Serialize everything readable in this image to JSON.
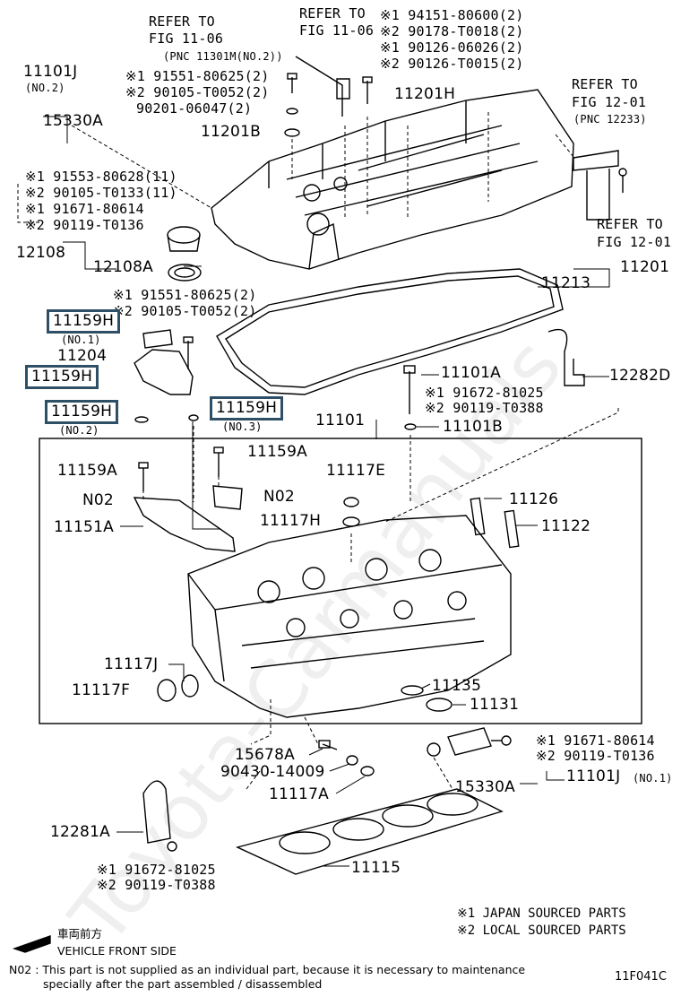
{
  "refs": {
    "fig_11_06_a_l1": "REFER TO",
    "fig_11_06_a_l2": "FIG 11-06",
    "fig_11_06_a_pnc": "(PNC 11301M(NO.2))",
    "fig_11_06_b_l1": "REFER TO",
    "fig_11_06_b_l2": "FIG 11-06",
    "fig_12_01_a_l1": "REFER TO",
    "fig_12_01_a_l2": "FIG 12-01",
    "fig_12_01_a_pnc": "(PNC 12233)",
    "fig_12_01_b_l1": "REFER TO",
    "fig_12_01_b_l2": "FIG 12-01"
  },
  "labels": {
    "p11101J_top": "11101J",
    "p11101J_top_sub": "(NO.2)",
    "p15330A_top": "15330A",
    "p11201H": "11201H",
    "p11201B": "11201B",
    "p12108": "12108",
    "p12108A": "12108A",
    "p11201": "11201",
    "p11213": "11213",
    "p11159H_1": "11159H",
    "p11159H_1_sub": "(NO.1)",
    "p11204": "11204",
    "p11159H_2": "11159H",
    "p11159H_3": "11159H",
    "p11159H_3_sub": "(NO.2)",
    "p11159H_4": "11159H",
    "p11159H_4_sub": "(NO.3)",
    "p11101A": "11101A",
    "p12282D": "12282D",
    "p11101B": "11101B",
    "p11101": "11101",
    "p11159A_a": "11159A",
    "p11159A_b": "11159A",
    "p11117E": "11117E",
    "n02_a": "N02",
    "n02_b": "N02",
    "p11126": "11126",
    "p11117H": "11117H",
    "p11151A": "11151A",
    "p11122": "11122",
    "p11117J": "11117J",
    "p11117F": "11117F",
    "p11135": "11135",
    "p11131": "11131",
    "p15678A": "15678A",
    "p90430": "90430-14009",
    "p11117A": "11117A",
    "p15330A_bot": "15330A",
    "p11101J_bot": "11101J",
    "p11101J_bot_sub": "(NO.1)",
    "p12281A": "12281A",
    "p11115": "11115"
  },
  "codes": {
    "c1": "※1 94151-80600(2)",
    "c2": "※2 90178-T0018(2)",
    "c3": "※1 90126-06026(2)",
    "c4": "※2 90126-T0015(2)",
    "c5": "※1 91551-80625(2)",
    "c6": "※2 90105-T0052(2)",
    "c7": "90201-06047(2)",
    "c8": "※1 91553-80628(11)",
    "c9": "※2 90105-T0133(11)",
    "c10": "※1 91671-80614",
    "c11": "※2 90119-T0136",
    "c12": "※1 91551-80625(2)",
    "c13": "※2 90105-T0052(2)",
    "c14": "※1 91672-81025",
    "c15": "※2 90119-T0388",
    "c16": "※1 91671-80614",
    "c17": "※2 90119-T0136",
    "c18": "※1 91672-81025",
    "c19": "※2 90119-T0388"
  },
  "legend": {
    "l1": "※1 JAPAN SOURCED PARTS",
    "l2": "※2 LOCAL SOURCED PARTS"
  },
  "direction": {
    "jp": "車両前方",
    "en": "VEHICLE FRONT SIDE"
  },
  "note": {
    "l1": "N02 : This part is not supplied as an individual part, because it is necessary to maintenance",
    "l2": "specially after the part assembled / disassembled"
  },
  "figure_id": "11F041C",
  "watermark": "Toyota-Carmanuals",
  "colors": {
    "highlight_border": "#2f4f66"
  }
}
